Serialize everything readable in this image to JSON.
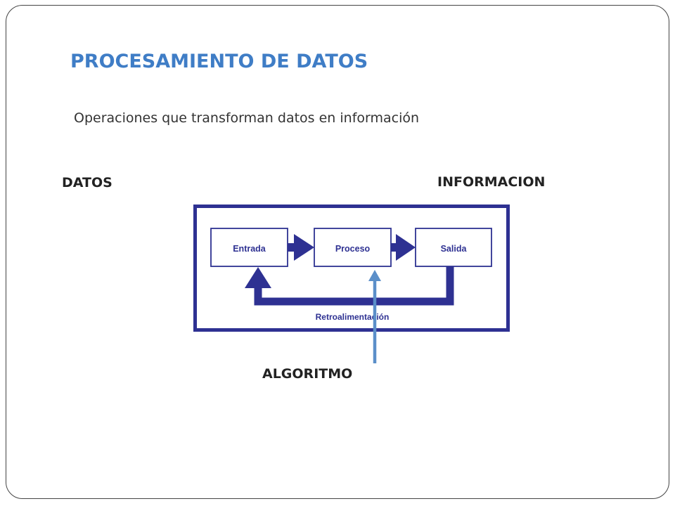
{
  "slide": {
    "title": "PROCESAMIENTO DE DATOS",
    "subtitle": "Operaciones que transforman datos en información",
    "left_label": "DATOS",
    "right_label": "INFORMACION",
    "bottom_label": "ALGORITMO"
  },
  "diagram": {
    "nodes": [
      {
        "id": "entrada",
        "label": "Entrada"
      },
      {
        "id": "proceso",
        "label": "Proceso"
      },
      {
        "id": "salida",
        "label": "Salida"
      }
    ],
    "edges": [
      {
        "from": "entrada",
        "to": "proceso"
      },
      {
        "from": "proceso",
        "to": "salida"
      },
      {
        "from": "salida",
        "to": "entrada",
        "label": "Retroalimentación"
      }
    ],
    "colors": {
      "frame": "#2e3192",
      "accent_arrow": "#5b8fc9"
    }
  }
}
